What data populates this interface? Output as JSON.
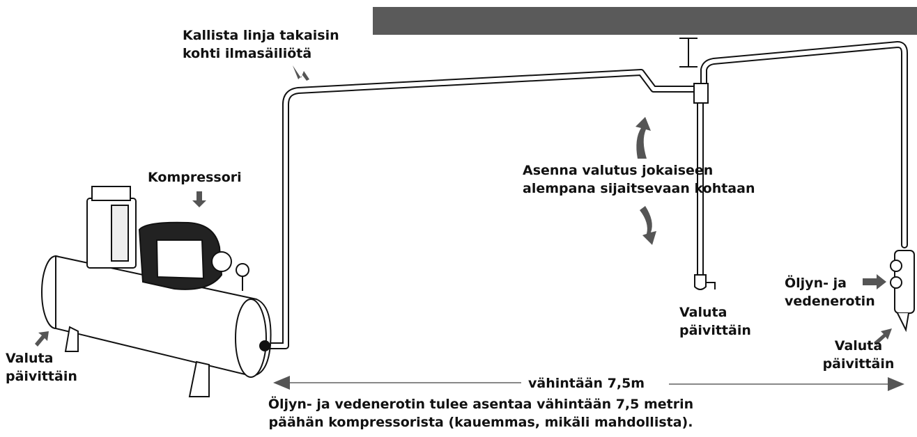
{
  "labels": {
    "slope_line": [
      "Kallista linja takaisin",
      "kohti ilmasäiliötä"
    ],
    "compressor": "Kompressori",
    "install_drain": [
      "Asenna valutus jokaiseen",
      "alempana sijaitsevaan kohtaan"
    ],
    "drain_daily_left": [
      "Valuta",
      "päivittäin"
    ],
    "drain_daily_middle": [
      "Valuta",
      "päivittäin"
    ],
    "drain_daily_right": [
      "Valuta",
      "päivittäin"
    ],
    "separator": [
      "Öljyn- ja",
      "vedenerotin"
    ],
    "distance": "vähintään 7,5m",
    "note": [
      "Öljyn- ja vedenerotin tulee asentaa vähintään 7,5 metrin",
      "päähän kompressorista (kauemmas, mikäli mahdollista)."
    ]
  },
  "colors": {
    "ceiling": "#5a5a5a",
    "ink": "#111111",
    "arrow": "#555555",
    "equipment_dark": "#222222"
  }
}
